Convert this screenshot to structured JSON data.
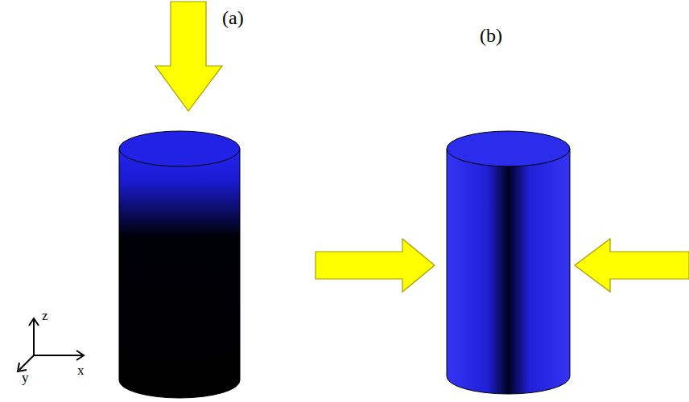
{
  "diagram": {
    "labels": [
      "(a)",
      "(b)",
      "z",
      "x",
      "y"
    ]
  }
}
